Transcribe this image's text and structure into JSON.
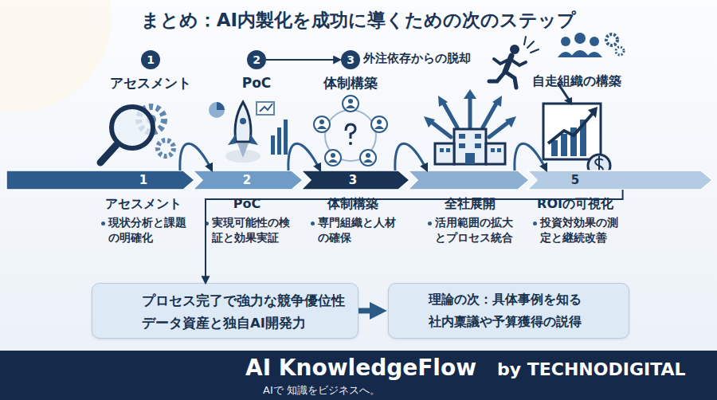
{
  "diagram": {
    "title": "まとめ：AI内製化を成功に導くための次のステップ",
    "nodes": [
      {
        "text": [
          "1",
          "アセスメント"
        ]
      },
      {
        "text": [
          "2",
          "PoC"
        ]
      },
      {
        "text": [
          "3",
          "体制構築"
        ]
      },
      {
        "text": [
          "1",
          "アセスメント",
          "現状分析と課題の明確化"
        ]
      },
      {
        "text": [
          "2",
          "PoC",
          "実現可能性の検証と効果実証"
        ]
      },
      {
        "text": [
          "3",
          "体制構築",
          "専門組織と人材の確保"
        ]
      },
      {
        "text": [
          "全社展開",
          "活用範囲の拡大とプロセス統合"
        ]
      },
      {
        "text": [
          "5",
          "ROIの可視化",
          "投資対効果の測定と継続改善"
        ]
      },
      {
        "text": [
          "プロセス完了で強力な競争優位性",
          "データ資産と独自AI開発力"
        ]
      },
      {
        "text": [
          "理論の次：具体事例を知る",
          "社内稟議や予算獲得の説得"
        ]
      },
      {
        "text": [
          "AI KnowledgeFlow",
          "by TECHNODIGITAL",
          "AIで 知識をビジネスへ。"
        ]
      }
    ],
    "edges": [
      {
        "from": 1,
        "to": 2,
        "arrow": "to"
      },
      {
        "from": 3,
        "to": 4,
        "arrow": "to"
      },
      {
        "from": 4,
        "to": 5,
        "arrow": "to"
      },
      {
        "from": 5,
        "to": 6,
        "arrow": "to"
      },
      {
        "from": 6,
        "to": 7,
        "arrow": "to"
      },
      {
        "from": 7,
        "to": 8,
        "arrow": "to"
      },
      {
        "from": 8,
        "to": 9,
        "arrow": "to"
      }
    ],
    "labels": [
      "外注依存からの脱却",
      "自走組織の構築"
    ]
  }
}
